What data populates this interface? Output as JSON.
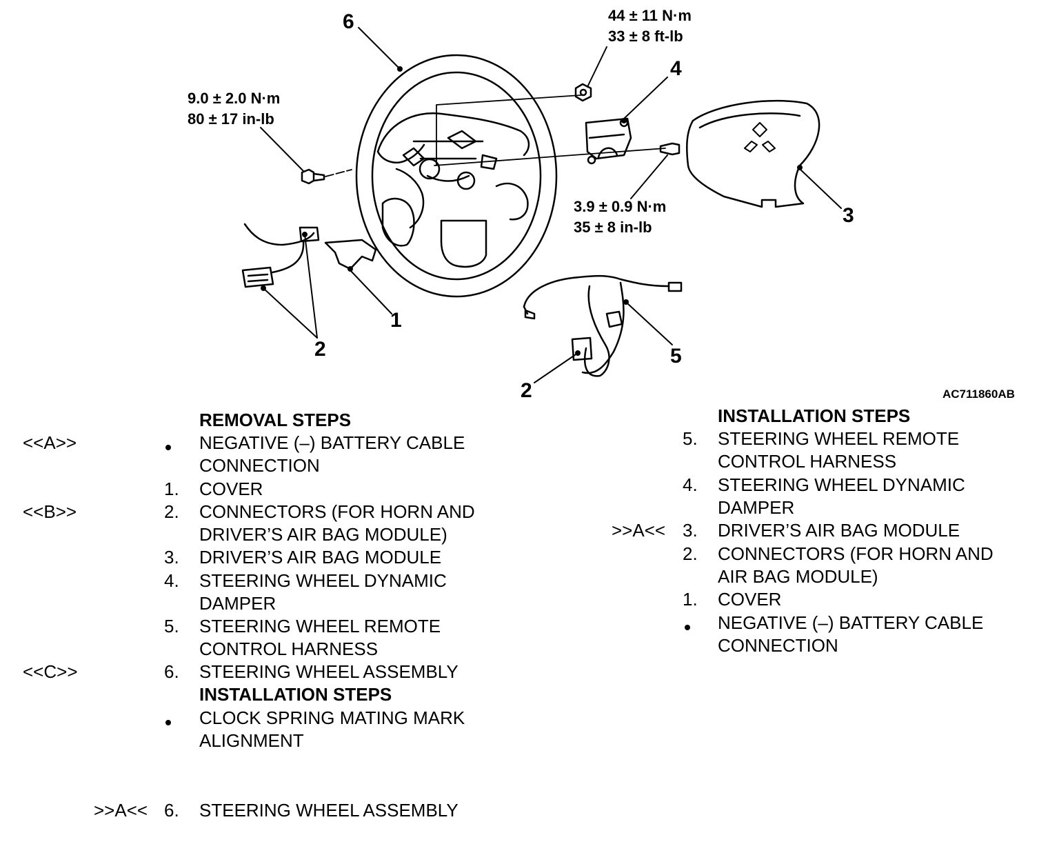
{
  "figure": {
    "id": "AC711860AB",
    "callouts": [
      "6",
      "4",
      "3",
      "1",
      "2",
      "5",
      "2"
    ],
    "torque": {
      "wheel_nut_nm": "44 ± 11 N·m",
      "wheel_nut_ft": "33 ± 8 ft-lb",
      "cover_bolt_nm": "9.0 ± 2.0 N·m",
      "cover_bolt_in": "80 ± 17 in-lb",
      "airbag_bolt_nm": "3.9 ± 0.9 N·m",
      "airbag_bolt_in": "35 ± 8 in-lb"
    }
  },
  "left_column": {
    "removal_header": "REMOVAL STEPS",
    "rows": [
      {
        "tag": "<<A>>",
        "num": "",
        "bullet": true,
        "lines": [
          "NEGATIVE (–) BATTERY CABLE",
          "CONNECTION"
        ]
      },
      {
        "tag": "",
        "num": "1.",
        "bullet": false,
        "lines": [
          "COVER"
        ]
      },
      {
        "tag": "<<B>>",
        "num": "2.",
        "bullet": false,
        "lines": [
          "CONNECTORS (FOR HORN AND",
          "DRIVER’S AIR BAG MODULE)"
        ]
      },
      {
        "tag": "",
        "num": "3.",
        "bullet": false,
        "lines": [
          "DRIVER’S AIR BAG MODULE"
        ]
      },
      {
        "tag": "",
        "num": "4.",
        "bullet": false,
        "lines": [
          "STEERING WHEEL DYNAMIC",
          "DAMPER"
        ]
      },
      {
        "tag": "",
        "num": "5.",
        "bullet": false,
        "lines": [
          "STEERING WHEEL REMOTE",
          "CONTROL HARNESS"
        ]
      },
      {
        "tag": "<<C>>",
        "num": "6.",
        "bullet": false,
        "lines": [
          "STEERING WHEEL ASSEMBLY"
        ]
      }
    ],
    "installation_header": "INSTALLATION STEPS",
    "install_rows": [
      {
        "tag": "",
        "num": "",
        "bullet": true,
        "lines": [
          "CLOCK SPRING MATING MARK",
          "ALIGNMENT"
        ]
      }
    ],
    "final_row": {
      "tag": ">>A<<",
      "num": "6.",
      "lines": [
        "STEERING WHEEL ASSEMBLY"
      ]
    }
  },
  "right_column": {
    "installation_header": "INSTALLATION STEPS",
    "rows": [
      {
        "tag": "",
        "num": "5.",
        "bullet": false,
        "lines": [
          "STEERING WHEEL REMOTE",
          "CONTROL HARNESS"
        ]
      },
      {
        "tag": "",
        "num": "4.",
        "bullet": false,
        "lines": [
          "STEERING WHEEL DYNAMIC",
          "DAMPER"
        ]
      },
      {
        "tag": ">>A<<",
        "num": "3.",
        "bullet": false,
        "lines": [
          "DRIVER’S AIR BAG MODULE"
        ]
      },
      {
        "tag": "",
        "num": "2.",
        "bullet": false,
        "lines": [
          "CONNECTORS (FOR HORN AND",
          "AIR BAG MODULE)"
        ]
      },
      {
        "tag": "",
        "num": "1.",
        "bullet": false,
        "lines": [
          "COVER"
        ]
      },
      {
        "tag": "",
        "num": "",
        "bullet": true,
        "lines": [
          "NEGATIVE (–) BATTERY CABLE",
          "CONNECTION"
        ]
      }
    ]
  }
}
